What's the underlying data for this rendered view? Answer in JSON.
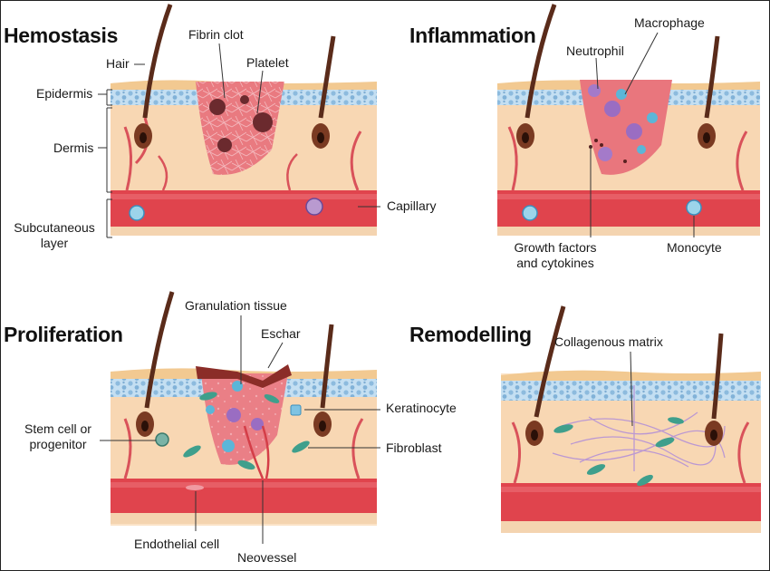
{
  "colors": {
    "epidermis": "#b9d8ee",
    "stratum": "#f2c991",
    "dermis": "#f8d9b6",
    "vessel": "#e0444d",
    "wound": "#e8757a",
    "hair": "#5a2b1a",
    "leader": "#333333"
  },
  "panels": {
    "hemostasis": {
      "title": "Hemostasis",
      "labels": {
        "hair": "Hair",
        "fibrin_clot": "Fibrin clot",
        "platelet": "Platelet",
        "epidermis": "Epidermis",
        "dermis": "Dermis",
        "subcutaneous_line1": "Subcutaneous",
        "subcutaneous_line2": "layer",
        "capillary": "Capillary"
      }
    },
    "inflammation": {
      "title": "Inflammation",
      "labels": {
        "macrophage": "Macrophage",
        "neutrophil": "Neutrophil",
        "growth_factors_line1": "Growth factors",
        "growth_factors_line2": "and cytokines",
        "monocyte": "Monocyte"
      }
    },
    "proliferation": {
      "title": "Proliferation",
      "labels": {
        "granulation_tissue": "Granulation tissue",
        "eschar": "Eschar",
        "keratinocyte": "Keratinocyte",
        "stem_cell_line1": "Stem cell or",
        "stem_cell_line2": "progenitor",
        "fibroblast": "Fibroblast",
        "endothelial_cell": "Endothelial cell",
        "neovessel": "Neovessel"
      }
    },
    "remodelling": {
      "title": "Remodelling",
      "labels": {
        "collagenous_matrix": "Collagenous matrix"
      }
    }
  }
}
